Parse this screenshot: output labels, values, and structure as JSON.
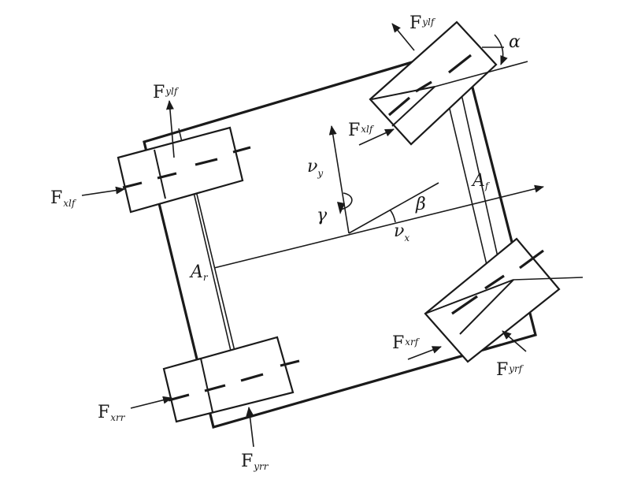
{
  "figure": {
    "labels": {
      "F": "F",
      "ylf_sub": "ylf",
      "xlf_sub": "xlf",
      "xrr_sub": "xrr",
      "yrr_sub": "yrr",
      "xrf_sub": "xrf",
      "yrf_sub": "yrf",
      "alpha": "α",
      "beta": "β",
      "gamma": "γ",
      "nu": "ν",
      "nu_y_sub": "y",
      "nu_x_sub": "x",
      "A": "A",
      "Ar_sub": "r",
      "Af_sub": "f"
    }
  }
}
